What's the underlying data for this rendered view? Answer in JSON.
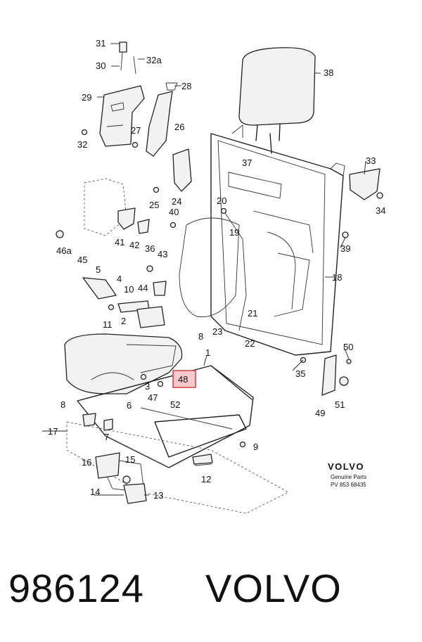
{
  "brand_block": {
    "logo": "VOLVO",
    "subtitle": "Genuine Parts",
    "code": "PV  853  68435"
  },
  "highlighted_callout": "48",
  "callouts": [
    "31",
    "32a",
    "30",
    "28",
    "29",
    "27",
    "26",
    "32",
    "38",
    "37",
    "33",
    "25",
    "24",
    "40",
    "20",
    "34",
    "46a",
    "42",
    "41",
    "36",
    "43",
    "19",
    "39",
    "45",
    "5",
    "4",
    "44",
    "10",
    "18",
    "11",
    "2",
    "21",
    "8",
    "23",
    "22",
    "50",
    "1",
    "3",
    "47",
    "48",
    "35",
    "51",
    "52",
    "6",
    "49",
    "17",
    "7",
    "9",
    "16",
    "15",
    "12",
    "14",
    "13"
  ],
  "footer": {
    "part_number": "986124",
    "brand": "VOLVO"
  }
}
